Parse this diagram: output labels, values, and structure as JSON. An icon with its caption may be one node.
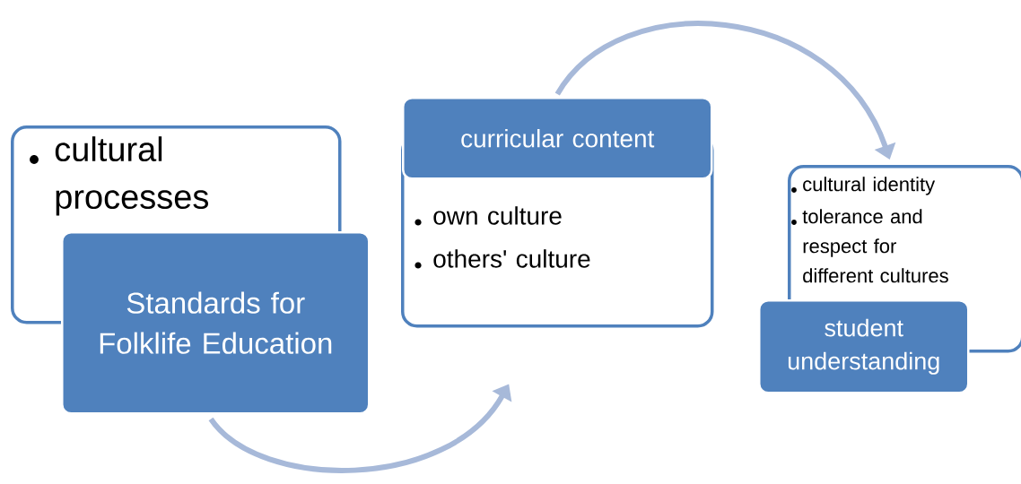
{
  "diagram": {
    "nodes": [
      {
        "text": [
          "cultural processes"
        ]
      },
      {
        "text": [
          "Standards for Folklife Education"
        ]
      },
      {
        "text": [
          "own culture",
          "others' culture"
        ]
      },
      {
        "text": [
          "curricular content"
        ]
      },
      {
        "text": [
          "cultural identity",
          "tolerance and respect for different cultures"
        ]
      },
      {
        "text": [
          "student understanding"
        ]
      }
    ],
    "edges": [
      {
        "from": 1,
        "to": 2,
        "arrow": "to"
      },
      {
        "from": 3,
        "to": 4,
        "arrow": "to"
      }
    ]
  }
}
